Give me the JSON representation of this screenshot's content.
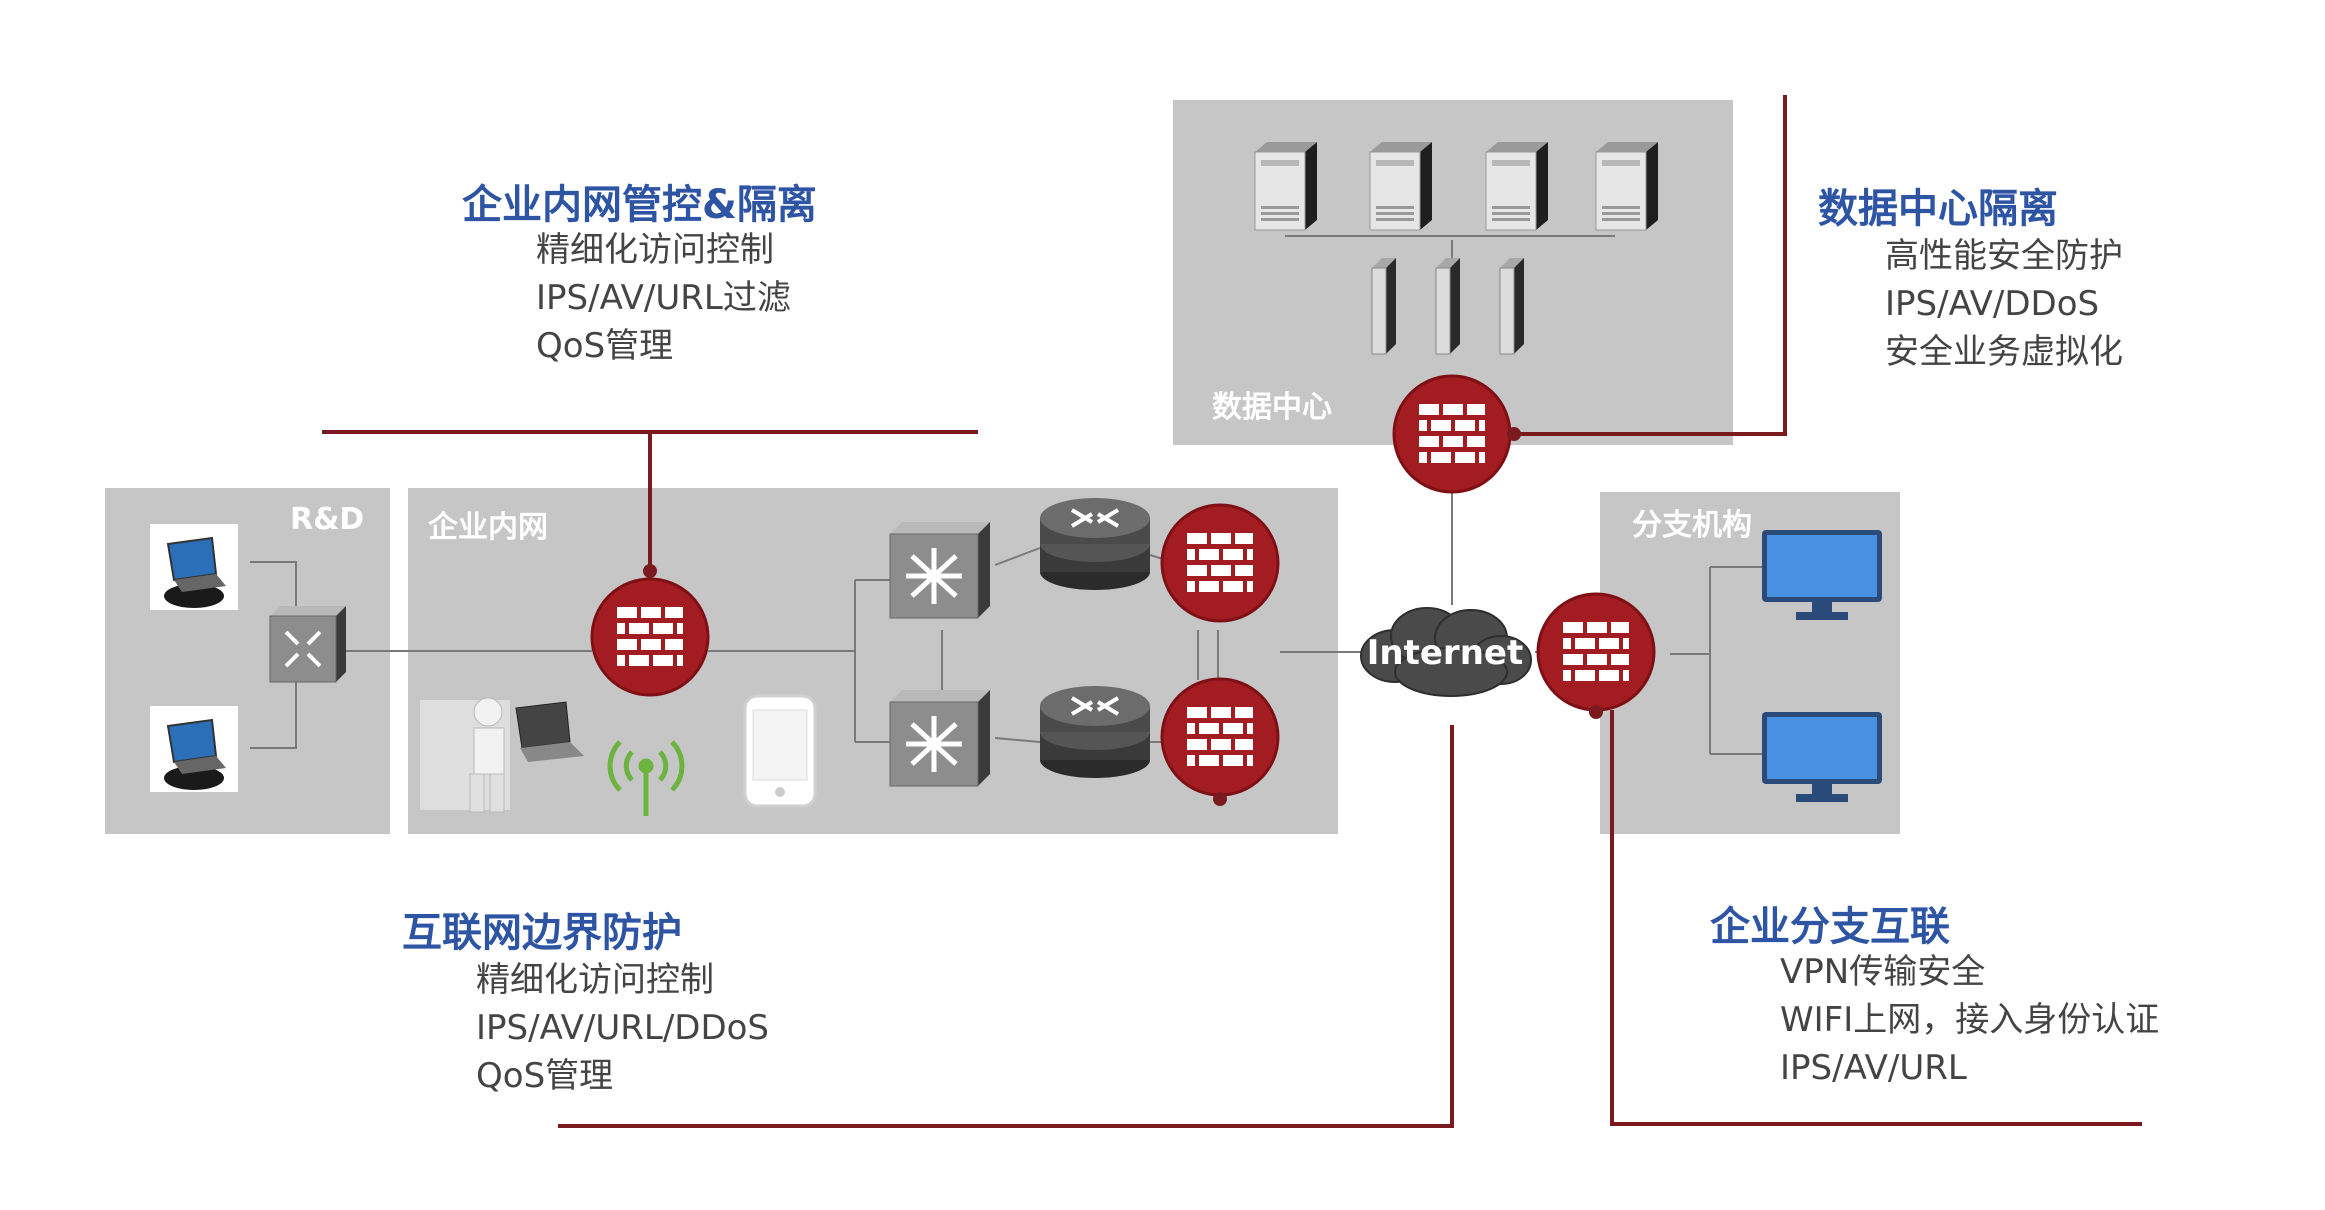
{
  "zones": {
    "rnd": "R&D",
    "intranet": "企业内网",
    "datacenter": "数据中心",
    "branch": "分支机构"
  },
  "internet_label": "Internet",
  "callouts": {
    "intranet_control": {
      "title": "企业内网管控&隔离",
      "items": [
        "精细化访问控制",
        "IPS/AV/URL过滤",
        "QoS管理"
      ]
    },
    "datacenter_isolation": {
      "title": "数据中心隔离",
      "items": [
        "高性能安全防护",
        "IPS/AV/DDoS",
        "安全业务虚拟化"
      ]
    },
    "internet_border": {
      "title": "互联网边界防护",
      "items": [
        "精细化访问控制",
        "IPS/AV/URL/DDoS",
        "QoS管理"
      ]
    },
    "branch_interconnect": {
      "title": "企业分支互联",
      "items": [
        "VPN传输安全",
        "WIFI上网，接入身份认证",
        "IPS/AV/URL"
      ]
    }
  },
  "colors": {
    "firewall": "#a31c22",
    "callout_line": "#7a1a1e",
    "heading": "#2e54a4",
    "zone_bg": "#c6c6c6",
    "wifi": "#6cb33f",
    "monitor": "#3a7fd0"
  }
}
